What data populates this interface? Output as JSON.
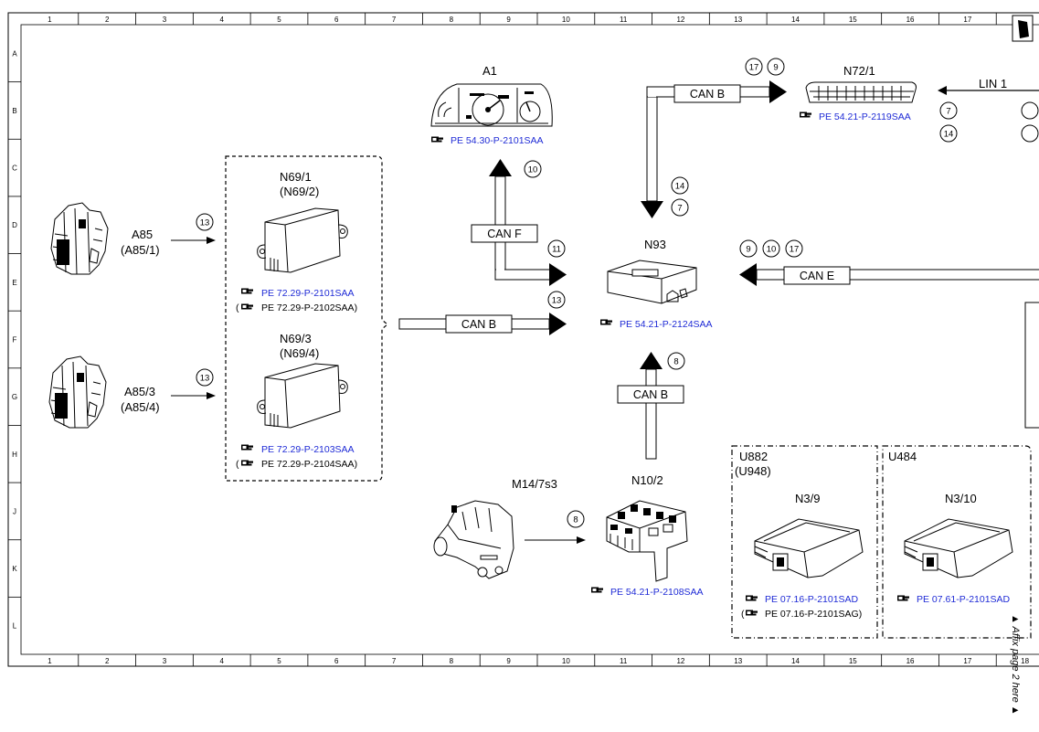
{
  "grid": {
    "columns": [
      "1",
      "2",
      "3",
      "4",
      "5",
      "6",
      "7",
      "8",
      "9",
      "10",
      "11",
      "12",
      "13",
      "14",
      "15",
      "16",
      "17",
      "18"
    ],
    "rows": [
      "A",
      "B",
      "C",
      "D",
      "E",
      "F",
      "G",
      "H",
      "J",
      "K",
      "L"
    ]
  },
  "components": {
    "a85": {
      "code": "A85",
      "alt": "(A85/1)",
      "wire": "13"
    },
    "a85_3": {
      "code": "A85/3",
      "alt": "(A85/4)",
      "wire": "13"
    },
    "n69_1": {
      "code": "N69/1",
      "alt": "(N69/2)",
      "ref": "PE 72.29-P-2101SAA",
      "ref_alt": "PE 72.29-P-2102SAA)",
      "ref_alt_prefix": "("
    },
    "n69_3": {
      "code": "N69/3",
      "alt": "(N69/4)",
      "ref": "PE 72.29-P-2103SAA",
      "ref_alt": "PE 72.29-P-2104SAA)",
      "ref_alt_prefix": "("
    },
    "a1": {
      "code": "A1",
      "ref": "PE 54.30-P-2101SAA"
    },
    "n93": {
      "code": "N93",
      "ref": "PE 54.21-P-2124SAA"
    },
    "n72_1": {
      "code": "N72/1",
      "ref": "PE 54.21-P-2119SAA"
    },
    "m14": {
      "code": "M14/7s3",
      "wire": "8"
    },
    "n10_2": {
      "code": "N10/2",
      "ref": "PE 54.21-P-2108SAA"
    },
    "u882": {
      "code": "U882",
      "alt": "(U948)",
      "module": "N3/9",
      "ref": "PE 07.16-P-2101SAD",
      "ref_alt": "PE 07.16-P-2101SAG)",
      "ref_alt_prefix": "("
    },
    "u484": {
      "code": "U484",
      "module": "N3/10",
      "ref": "PE 07.61-P-2101SAD"
    }
  },
  "buses": {
    "can_b_left": "CAN B",
    "can_f": "CAN F",
    "can_b_top": "CAN B",
    "can_b_bottom": "CAN B",
    "can_e": "CAN E",
    "lin1": "LIN 1"
  },
  "wire_numbers": {
    "can_f_top": "10",
    "can_f_right": "11",
    "can_b_left": "13",
    "can_b_top_a": "17",
    "can_b_top_b": "9",
    "can_b_down_a": "14",
    "can_b_down_b": "7",
    "can_e_a": "9",
    "can_e_b": "10",
    "can_e_c": "17",
    "can_b_bottom": "8",
    "lin_a": "7",
    "lin_b": "14"
  },
  "side_note": "▲ Affix page 2 here ▲",
  "ref_icon": "pointing-hand-icon",
  "colors": {
    "link_blue": "#1f2bd6",
    "line": "#000000",
    "background": "#ffffff"
  }
}
